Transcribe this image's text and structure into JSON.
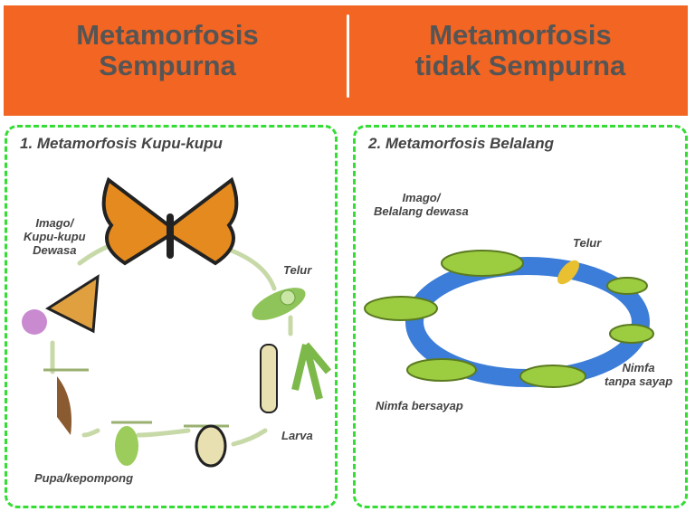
{
  "header": {
    "left_title_line1": "Metamorfosis",
    "left_title_line2": "Sempurna",
    "right_title_line1": "Metamorfosis",
    "right_title_line2": "tidak Sempurna",
    "background_color": "#f26522"
  },
  "panels": [
    {
      "title": "1. Metamorfosis Kupu-kupu",
      "stages": {
        "imago_line1": "Imago/",
        "imago_line2": "Kupu-kupu",
        "imago_line3": "Dewasa",
        "telur": "Telur",
        "larva": "Larva",
        "pupa": "Pupa/kepompong"
      }
    },
    {
      "title": "2. Metamorfosis Belalang",
      "stages": {
        "imago_line1": "Imago/",
        "imago_line2": "Belalang dewasa",
        "telur": "Telur",
        "nimfa_tanpa_line1": "Nimfa",
        "nimfa_tanpa_line2": "tanpa sayap",
        "nimfa_bersayap": "Nimfa bersayap"
      }
    }
  ],
  "colors": {
    "border": "#33dd33",
    "cycle_arrow_left": "#c8d9a8",
    "cycle_arrow_right": "#3b7dd8"
  }
}
